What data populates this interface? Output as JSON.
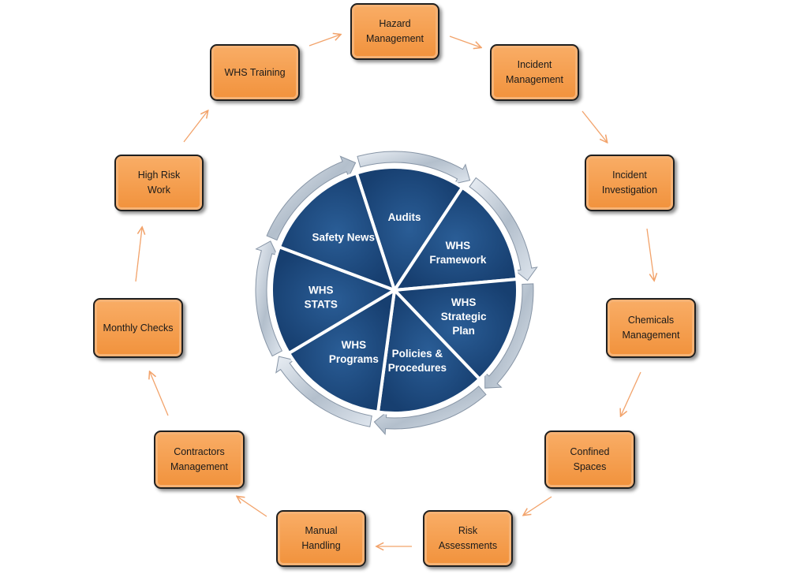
{
  "outer_steps": [
    {
      "label": "Hazard\nManagement"
    },
    {
      "label": "Incident\nManagement"
    },
    {
      "label": "Incident\nInvestigation"
    },
    {
      "label": "Chemicals\nManagement"
    },
    {
      "label": "Confined\nSpaces"
    },
    {
      "label": "Risk\nAssessments"
    },
    {
      "label": "Manual\nHandling"
    },
    {
      "label": "Contractors\nManagement"
    },
    {
      "label": "Monthly Checks"
    },
    {
      "label": "High Risk\nWork"
    },
    {
      "label": "WHS Training"
    }
  ],
  "inner_segments": [
    {
      "lines": [
        "Audits"
      ]
    },
    {
      "lines": [
        "WHS",
        "Framework"
      ]
    },
    {
      "lines": [
        "WHS",
        "Strategic",
        "Plan"
      ]
    },
    {
      "lines": [
        "Policies &",
        "Procedures"
      ]
    },
    {
      "lines": [
        "WHS",
        "Programs"
      ]
    },
    {
      "lines": [
        "WHS",
        "STATS"
      ]
    },
    {
      "lines": [
        "Safety News"
      ]
    }
  ],
  "colors": {
    "box_fill": "#f39a46",
    "box_border": "#1f1f1f",
    "arrow": "#f2a36b",
    "wedge_fill": "#1c4a80",
    "wedge_text": "#ffffff",
    "ring": "#b9c3cf"
  }
}
